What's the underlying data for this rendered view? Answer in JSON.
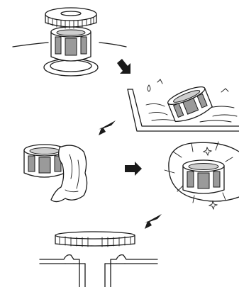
{
  "figure": {
    "steps": [
      {
        "name": "remove-strainer"
      },
      {
        "name": "wash-in-water"
      },
      {
        "name": "wipe-with-cloth"
      },
      {
        "name": "dry-clean-strainer"
      },
      {
        "name": "reinstall-in-drain"
      }
    ],
    "arrow_count": 4,
    "colors": {
      "line": "#1a1a1a",
      "mesh": "#9a9a9a",
      "background": "#ffffff"
    }
  }
}
